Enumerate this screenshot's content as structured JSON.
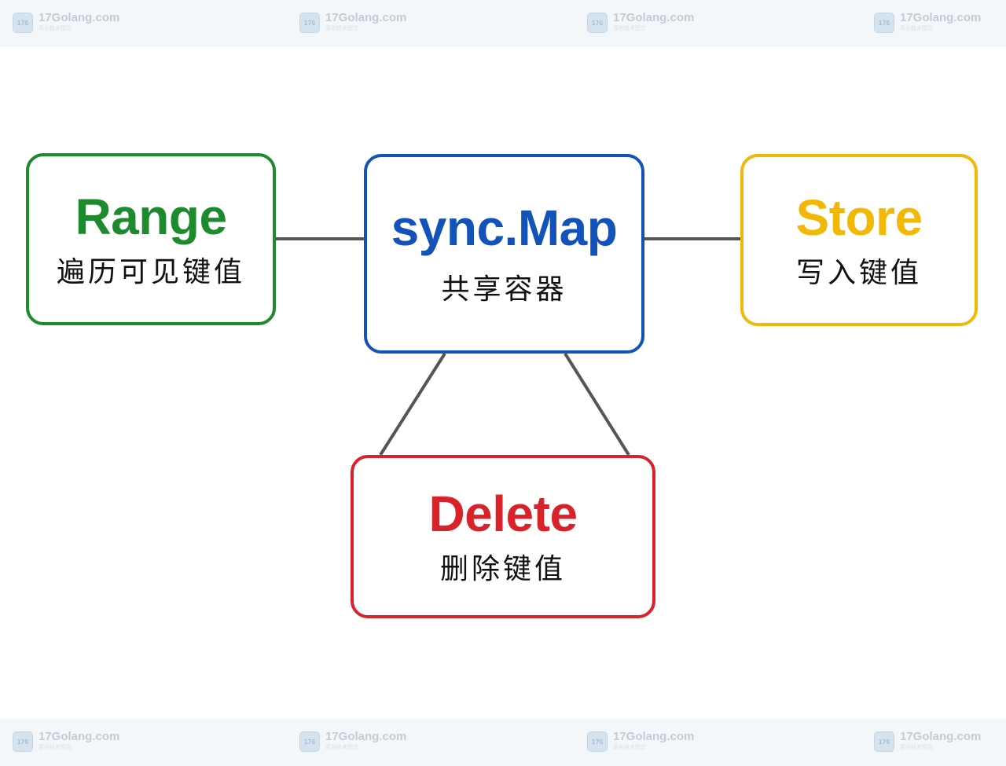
{
  "watermark": {
    "site": "17Golang.com",
    "sub": "原创技术图文",
    "logo_text": "17G"
  },
  "diagram": {
    "center": {
      "title": "sync.Map",
      "subtitle": "共享容器",
      "color": "#1352b8"
    },
    "range": {
      "title": "Range",
      "subtitle": "遍历可见键值",
      "color": "#1e8a2e"
    },
    "store": {
      "title": "Store",
      "subtitle": "写入键值",
      "color": "#f2b807"
    },
    "delete": {
      "title": "Delete",
      "subtitle": "删除键值",
      "color": "#d9232a"
    },
    "link_color": "#555555"
  }
}
